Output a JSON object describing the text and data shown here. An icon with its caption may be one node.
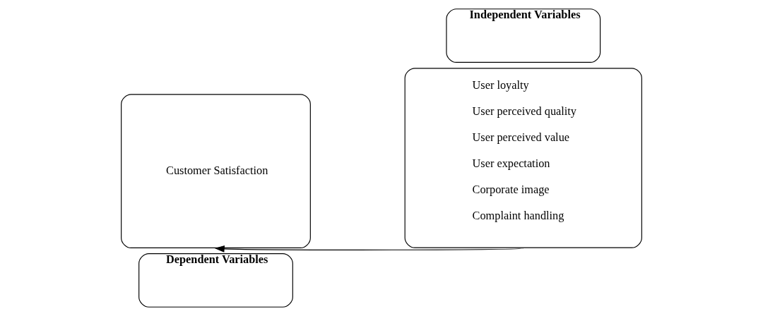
{
  "diagram": {
    "nodes": [
      {
        "text": [
          "Dependent Variables"
        ]
      },
      {
        "text": [
          "Customer Satisfaction"
        ]
      },
      {
        "text": [
          "Independent Variables"
        ]
      },
      {
        "text": [
          "User loyalty",
          "User perceived quality",
          "User perceived value",
          "User expectation",
          "Corporate image",
          "Complaint handling"
        ]
      }
    ],
    "edges": [
      {
        "from": 3,
        "to": 1,
        "arrow": "to"
      }
    ]
  }
}
